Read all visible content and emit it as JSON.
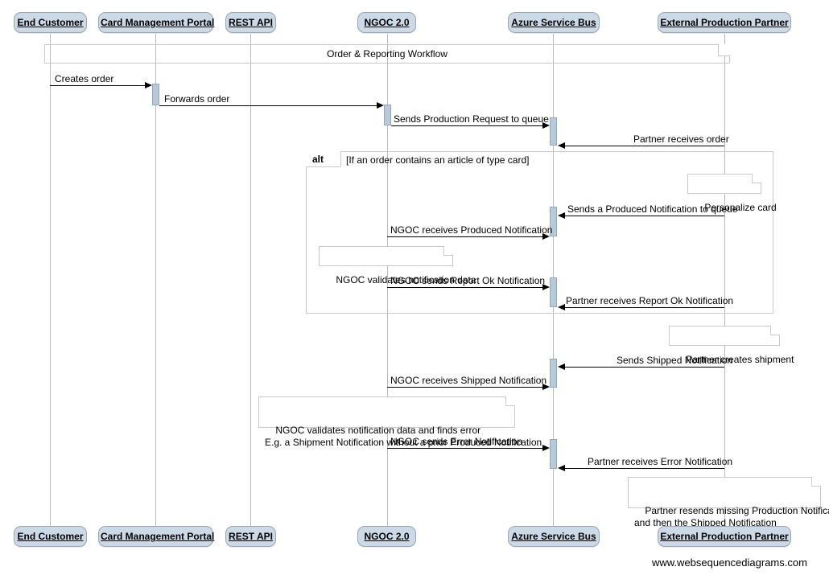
{
  "diagram": {
    "type": "sequence-diagram",
    "footer_credit": "www.websequencediagrams.com",
    "participants": [
      {
        "id": "end-customer",
        "label": "End Customer"
      },
      {
        "id": "card-management-portal",
        "label": "Card Management Portal"
      },
      {
        "id": "rest-api",
        "label": "REST API"
      },
      {
        "id": "ngoc",
        "label": "NGOC 2.0"
      },
      {
        "id": "azure-service-bus",
        "label": "Azure Service Bus"
      },
      {
        "id": "external-production-partner",
        "label": "External Production Partner"
      }
    ],
    "fragments": [
      {
        "id": "workflow-frame",
        "kind": "",
        "title": "",
        "label": "Order & Reporting Workflow"
      },
      {
        "id": "alt-frame",
        "kind": "alt",
        "title": "alt",
        "guard": "[If an order contains an article of type card]"
      }
    ],
    "messages": [
      {
        "id": "m1",
        "label": "Creates order",
        "from": "end-customer",
        "to": "card-management-portal",
        "direction": "right"
      },
      {
        "id": "m2",
        "label": "Forwards order",
        "from": "card-management-portal",
        "to": "ngoc",
        "direction": "right"
      },
      {
        "id": "m3",
        "label": "Sends Production Request to queue",
        "from": "ngoc",
        "to": "azure-service-bus",
        "direction": "right"
      },
      {
        "id": "m4",
        "label": "Partner receives order",
        "from": "external-production-partner",
        "to": "azure-service-bus",
        "direction": "left"
      },
      {
        "id": "m5",
        "label": "Sends a Produced Notification to queue",
        "from": "external-production-partner",
        "to": "azure-service-bus",
        "direction": "left"
      },
      {
        "id": "m6",
        "label": "NGOC receives Produced Notification",
        "from": "ngoc",
        "to": "azure-service-bus",
        "direction": "right"
      },
      {
        "id": "m7",
        "label": "NGOC sends Report Ok Notification",
        "from": "ngoc",
        "to": "azure-service-bus",
        "direction": "right"
      },
      {
        "id": "m8",
        "label": "Partner receives Report Ok Notification",
        "from": "external-production-partner",
        "to": "azure-service-bus",
        "direction": "left"
      },
      {
        "id": "m9",
        "label": "Sends Shipped Notification",
        "from": "external-production-partner",
        "to": "azure-service-bus",
        "direction": "left"
      },
      {
        "id": "m10",
        "label": "NGOC receives Shipped Notification",
        "from": "ngoc",
        "to": "azure-service-bus",
        "direction": "right"
      },
      {
        "id": "m11",
        "label": "NGOC sends Error Notification",
        "from": "ngoc",
        "to": "azure-service-bus",
        "direction": "right"
      },
      {
        "id": "m12",
        "label": "Partner receives Error Notification",
        "from": "external-production-partner",
        "to": "azure-service-bus",
        "direction": "left"
      }
    ],
    "notes": [
      {
        "id": "n1",
        "over": "external-production-partner",
        "text": "Personalize card"
      },
      {
        "id": "n2",
        "over": "rest-api",
        "text": "NGOC validates notification data"
      },
      {
        "id": "n3",
        "over": "external-production-partner",
        "text": "Partner creates shipment"
      },
      {
        "id": "n4",
        "over": "rest-api",
        "text": "NGOC validates notification data and finds error\nE.g. a Shipment Notification without a prior Produced Notification"
      },
      {
        "id": "n5",
        "over": "external-production-partner",
        "text": "Partner resends missing Production Notification\nand then the Shipped Notification"
      }
    ],
    "colors": {
      "participant_fill": "#ccd9e6",
      "participant_border": "#9aa7b0",
      "activation_fill": "#b7cadb",
      "lifeline": "#b9b9b9",
      "frame_border": "#c9c9c9",
      "arrow": "#000000"
    }
  }
}
